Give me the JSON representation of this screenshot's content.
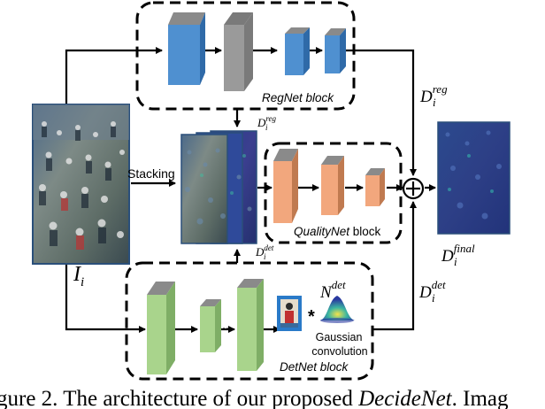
{
  "diagram": {
    "blocks": {
      "regnet": "RegNet block",
      "qualitynet": "QualityNet block",
      "detnet": "DetNet block"
    },
    "labels": {
      "stacking": "Stacking",
      "input_base": "I",
      "input_sub": "i",
      "d_base": "D",
      "d_sub": "i",
      "reg_sup": "reg",
      "det_sup": "det",
      "final_sup": "final",
      "n_base": "N",
      "n_sup": "det",
      "gaussian_line1": "Gaussian",
      "gaussian_line2": "convolution",
      "star": "*",
      "ellipsis": "···"
    },
    "colors": {
      "regnet": "#4f90d0",
      "qualitynet": "#f2a77d",
      "detnet": "#a9d48c",
      "pool": "#9a9a9a",
      "crowd_dark": "#2c2f6e",
      "frame_border": "#2a4f7a"
    }
  },
  "caption": {
    "prefix": "gure 2. The architecture of our proposed ",
    "name": "DecideNet",
    "suffix": ". Imag"
  }
}
